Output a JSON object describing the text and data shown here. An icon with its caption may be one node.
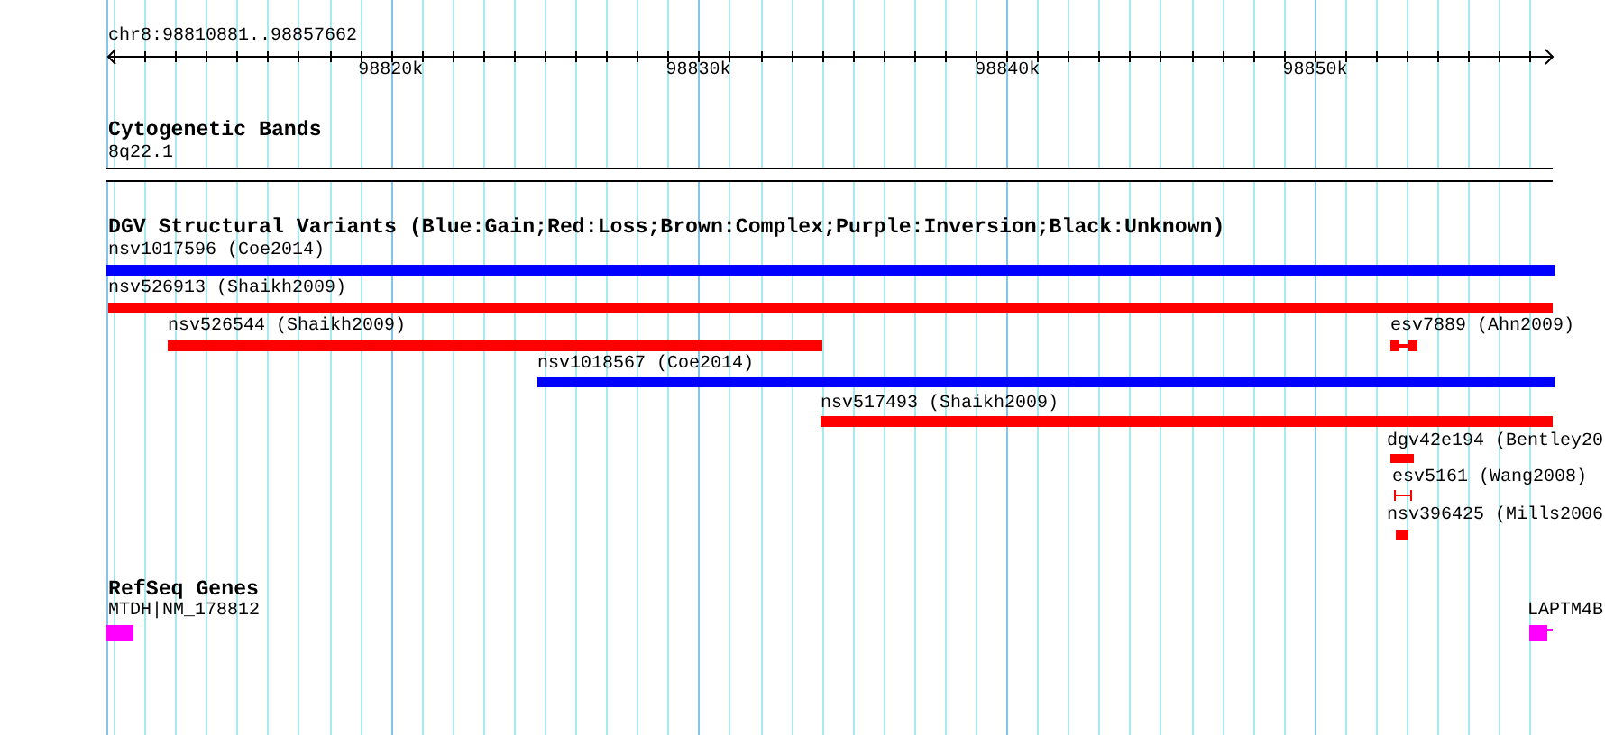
{
  "diagram": {
    "title": "chr8:98810881..98857662",
    "nodes": [
      {
        "text": [
          "8q22.1"
        ]
      },
      {
        "text": [
          "nsv1017596 (Coe2014)"
        ]
      },
      {
        "text": [
          "nsv526913 (Shaikh2009)"
        ]
      },
      {
        "text": [
          "nsv526544 (Shaikh2009)"
        ]
      },
      {
        "text": [
          "esv7889 (Ahn2009)"
        ]
      },
      {
        "text": [
          "nsv1018567 (Coe2014)"
        ]
      },
      {
        "text": [
          "nsv517493 (Shaikh2009)"
        ]
      },
      {
        "text": [
          "dgv42e194 (Bentley20"
        ]
      },
      {
        "text": [
          "esv5161 (Wang2008)"
        ]
      },
      {
        "text": [
          "nsv396425 (Mills2006"
        ]
      },
      {
        "text": [
          "MTDH|NM_178812"
        ]
      },
      {
        "text": [
          "LAPTM4B"
        ]
      }
    ],
    "labels": [
      "98820k",
      "98830k",
      "98840k",
      "98850k",
      "Cytogenetic Bands",
      "DGV Structural Variants (Blue:Gain;Red:Loss;Brown:Complex;Purple:Inversion;Black:Unknown)",
      "RefSeq Genes"
    ]
  }
}
